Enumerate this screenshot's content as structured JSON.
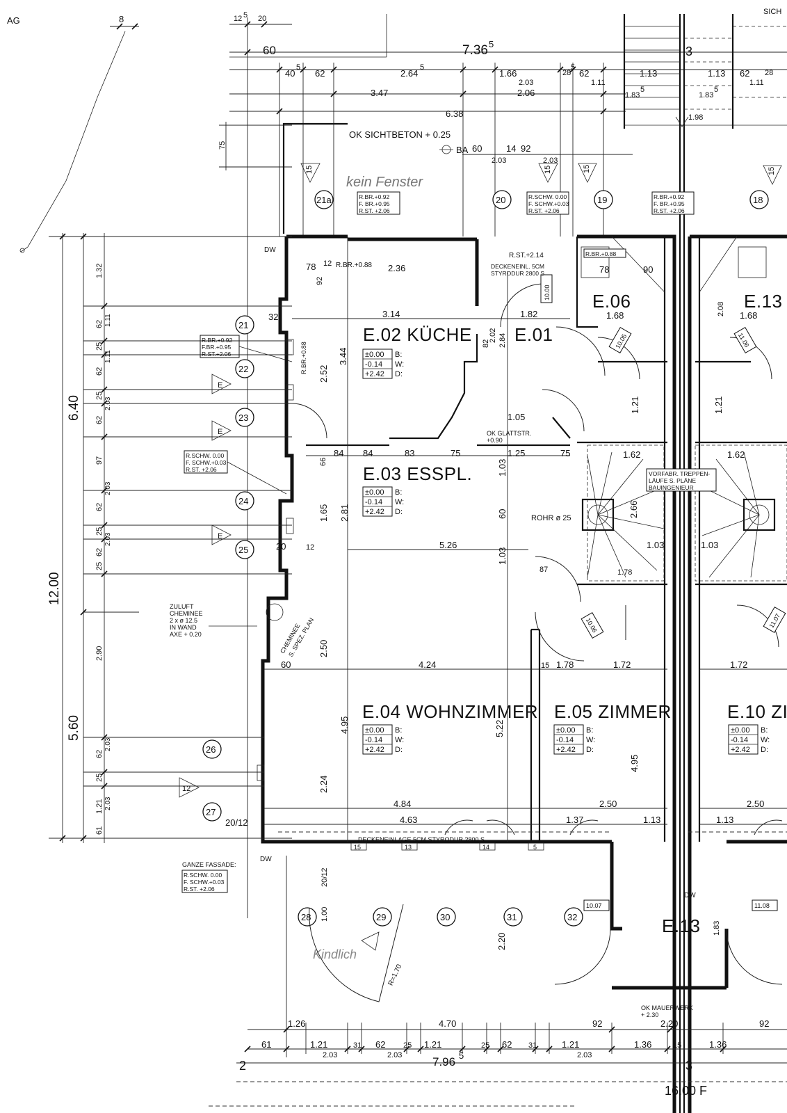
{
  "corner": {
    "left": "AG",
    "right": "SICH"
  },
  "top_dims": {
    "a": "8",
    "b": "12",
    "b_sup": "5",
    "c": "20",
    "d": "60",
    "total": "7.36",
    "total_sup": "5",
    "e": "40",
    "e_sup": "5",
    "f": "62",
    "g": "2.64",
    "g_sup": "5",
    "h": "1.66",
    "h_sub": "2.03",
    "i": "28",
    "i_sup": "5",
    "j": "62",
    "j_sub": "1.11",
    "k": "3.47",
    "l": "2.06",
    "m": "6.38",
    "n": "75"
  },
  "stairs_top": {
    "num": "3",
    "a": "1.13",
    "b": "1.13",
    "c": "1.83",
    "c_sup": "5",
    "d": "1.83",
    "d_sup": "5",
    "e": "1.98",
    "f": "62",
    "f_sub": "1.11",
    "g": "28"
  },
  "ok_sichtbeton": "OK SICHTBETON + 0.25",
  "ba": "BA",
  "dims_row2": {
    "a": "60",
    "b": "14",
    "c": "92",
    "d": "2.03",
    "e": "2.03"
  },
  "windows": [
    {
      "num": "21a"
    },
    {
      "num": "20"
    },
    {
      "num": "19"
    },
    {
      "num": "18"
    },
    {
      "num": "21"
    },
    {
      "num": "22"
    },
    {
      "num": "23"
    },
    {
      "num": "24"
    },
    {
      "num": "25"
    },
    {
      "num": "26"
    },
    {
      "num": "27"
    },
    {
      "num": "28"
    },
    {
      "num": "29"
    },
    {
      "num": "30"
    },
    {
      "num": "31"
    },
    {
      "num": "32"
    }
  ],
  "tri": {
    "top": "15",
    "bottom": "E"
  },
  "tri_side": "12",
  "sill_boxes": {
    "a": [
      "R.BR.+0.92",
      "F. BR.+0.95",
      "R.ST. +2.06"
    ],
    "b": [
      "R.SCHW. 0.00",
      "F. SCHW.+0.03",
      "R.ST. +2.06"
    ],
    "c": [
      "R.BR.+0.92",
      "F. BR.+0.95",
      "R.ST. +2.06"
    ],
    "d": [
      "R.BR.+0.92",
      "F.BR.+0.95",
      "R.ST.+2.06"
    ],
    "e": [
      "R.SCHW. 0.00",
      "F. SCHW.+0.03",
      "R.ST. +2.06"
    ],
    "f": [
      "R.SCHW. 0.00",
      "F. SCHW.+0.03",
      "R.ST. +2.06"
    ]
  },
  "handwritten": {
    "a": "kein Fenster",
    "b": "Kindlich"
  },
  "rooms": {
    "kueche": {
      "name": "E.02 KÜCHE",
      "levels": [
        "±0.00",
        "-0.14",
        "+2.42"
      ],
      "keys": [
        "B:",
        "W:",
        "D:"
      ]
    },
    "e01": {
      "name": "E.01"
    },
    "esspl": {
      "name": "E.03 ESSPL.",
      "levels": [
        "±0.00",
        "-0.14",
        "+2.42"
      ],
      "keys": [
        "B:",
        "W:",
        "D:"
      ]
    },
    "wohnzimmer": {
      "name": "E.04 WOHNZIMMER",
      "levels": [
        "±0.00",
        "-0.14",
        "+2.42"
      ],
      "keys": [
        "B:",
        "W:",
        "D:"
      ]
    },
    "zimmer": {
      "name": "E.05 ZIMMER",
      "levels": [
        "±0.00",
        "-0.14",
        "+2.42"
      ],
      "keys": [
        "B:",
        "W:",
        "D:"
      ]
    },
    "e06": {
      "name": "E.06"
    },
    "e13a": {
      "name": "E.13"
    },
    "e10": {
      "name": "E.10 ZI",
      "levels": [
        "±0.00",
        "-0.14",
        "+2.42"
      ],
      "keys": [
        "B:",
        "W:",
        "D:"
      ]
    },
    "e13b": {
      "name": "E.13"
    }
  },
  "notes": {
    "deckeneinl_a": [
      "DECKENEINL. 5CM",
      "STYRODUR 2800 S"
    ],
    "rst": "R.ST.+2.14",
    "rbr": "R.BR.+0.88",
    "rbr_wc": "R.BR.+0.88",
    "rbr_vert": "R.BR.+0.88",
    "okglatt": [
      "OK GLATTSTR.",
      "+0.90"
    ],
    "treppe": [
      "VORFABR. TREPPEN-",
      "LÄUFE S. PLÄNE",
      "BAUINGENIEUR"
    ],
    "rohr": "ROHR ø 25",
    "zuluft": [
      "ZULUFT",
      "CHEMINEE",
      "2 x ø 12.5",
      "IN WAND",
      "AXE + 0.20"
    ],
    "cheminee": [
      "CHEMINEE",
      "S. SPEZ. PLAN"
    ],
    "deckeneinlage_b": "DECKENEINLAGE 5CM STYRODUR 2800 S",
    "ganze": "GANZE FASSADE:",
    "ganze_box": [
      "R.SCHW. 0.00",
      "F. SCHW.+0.03",
      "R.ST. +2.06"
    ],
    "okmauer": [
      "OK MAUERWERK",
      "+ 2.30"
    ],
    "dw": "DW",
    "radius": "R=1.70"
  },
  "left_dims": {
    "total": "12.00",
    "upper": "6.40",
    "lower": "5.60",
    "list": [
      "1.32",
      "62",
      "1.11",
      "25",
      "62",
      "1.11",
      "25",
      "2.03",
      "62",
      "97",
      "62",
      "2.03",
      "25",
      "62",
      "2.03",
      "25",
      "2.90",
      "62",
      "2.03",
      "25",
      "1.21",
      "2.03",
      "61"
    ]
  },
  "inner_dims": {
    "a": "78",
    "b": "12",
    "c": "92",
    "d": "2.36",
    "e": "32",
    "f": "3.14",
    "g": "1.82",
    "h": "3.44",
    "i": "2.52",
    "j": "84",
    "k": "84",
    "l": "83",
    "m": "75",
    "n": "1.25",
    "o": "75",
    "p": "66",
    "q": "1.65",
    "r": "2.81",
    "s": "5.26",
    "t": "20",
    "u": "12",
    "v": "1.03",
    "w": "60",
    "x": "1.03",
    "y": "87",
    "z": "2.50",
    "aa": "60",
    "ab": "4.24",
    "ac": "4.95",
    "ad": "5.22",
    "ae": "2.24",
    "af": "4.84",
    "ag": "4.63",
    "ah": "1.37",
    "ai": "1.13",
    "aj": "2.50",
    "ak": "1.72",
    "al": "1.78",
    "am": "15",
    "an": "4.95",
    "ao": "1.72",
    "ap": "2.50",
    "aq": "1.13",
    "ar": "90",
    "as": "78",
    "at": "1.68",
    "au": "1.68",
    "av": "2.08",
    "aw": "1.21",
    "ax": "1.21",
    "ay": "2.66",
    "az": "1.03",
    "ba": "1.03",
    "bb": "1.62",
    "bc": "1.62",
    "bd": "1.78",
    "be": "1.05",
    "bf": "2.02",
    "bg": "2.84",
    "bh": "82",
    "bi": "2.20",
    "bj": "1.00",
    "bk": "20/12",
    "bl": "20/12",
    "bm": "1.83"
  },
  "window_marks": [
    "15",
    "13",
    "14",
    "5"
  ],
  "door_marks": [
    "10.00",
    "10.05",
    "11.06",
    "10.06",
    "11.07",
    "10.07",
    "11.08"
  ],
  "bottom_dims": {
    "a": "1.26",
    "b": "4.70",
    "c": "92",
    "d": "2.20",
    "e": "92",
    "f": "61",
    "g": "1.21",
    "h": "31",
    "i": "62",
    "j": "25",
    "k": "1.21",
    "l": "25",
    "m": "62",
    "n": "31",
    "o": "1.21",
    "p": "1.36",
    "q": "15",
    "r": "1.36",
    "sub1": "2.03",
    "sub2": "2.03",
    "sub3": "2.03",
    "mid": "7.96",
    "mid_sup": "5",
    "axis_left": "2",
    "axis_mid": "3",
    "total": "16.00 F"
  }
}
